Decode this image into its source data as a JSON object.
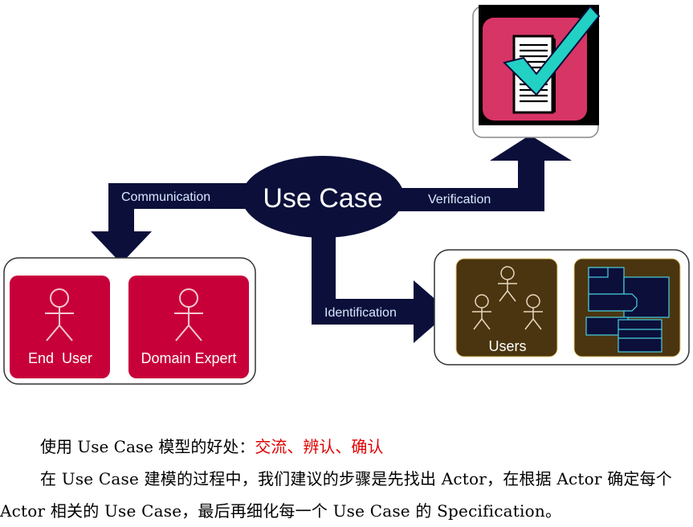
{
  "diagram": {
    "center_label": "Use Case",
    "arrows": {
      "communication": "Communication",
      "verification": "Verification",
      "identification": "Identification"
    },
    "actors": {
      "end_user": "End  User",
      "domain_expert": "Domain Expert"
    },
    "users_label": "Users"
  },
  "colors": {
    "navy": "#0b0f3a",
    "crimson": "#c8003a",
    "brown": "#4a3510",
    "pink": "#d63565",
    "teal": "#22d1c4",
    "arrow_text": "#d8e8ff"
  },
  "text": {
    "p1_lead": "使用 Use Case 模型的好处：",
    "p1_highlight": "交流、辨认、确认",
    "p2": "在 Use  Case 建模的过程中，我们建议的步骤是先找出 Actor，在根据 Actor 确定每个 Actor 相关的 Use Case，最后再细化每一个 Use Case 的 Specification。"
  }
}
